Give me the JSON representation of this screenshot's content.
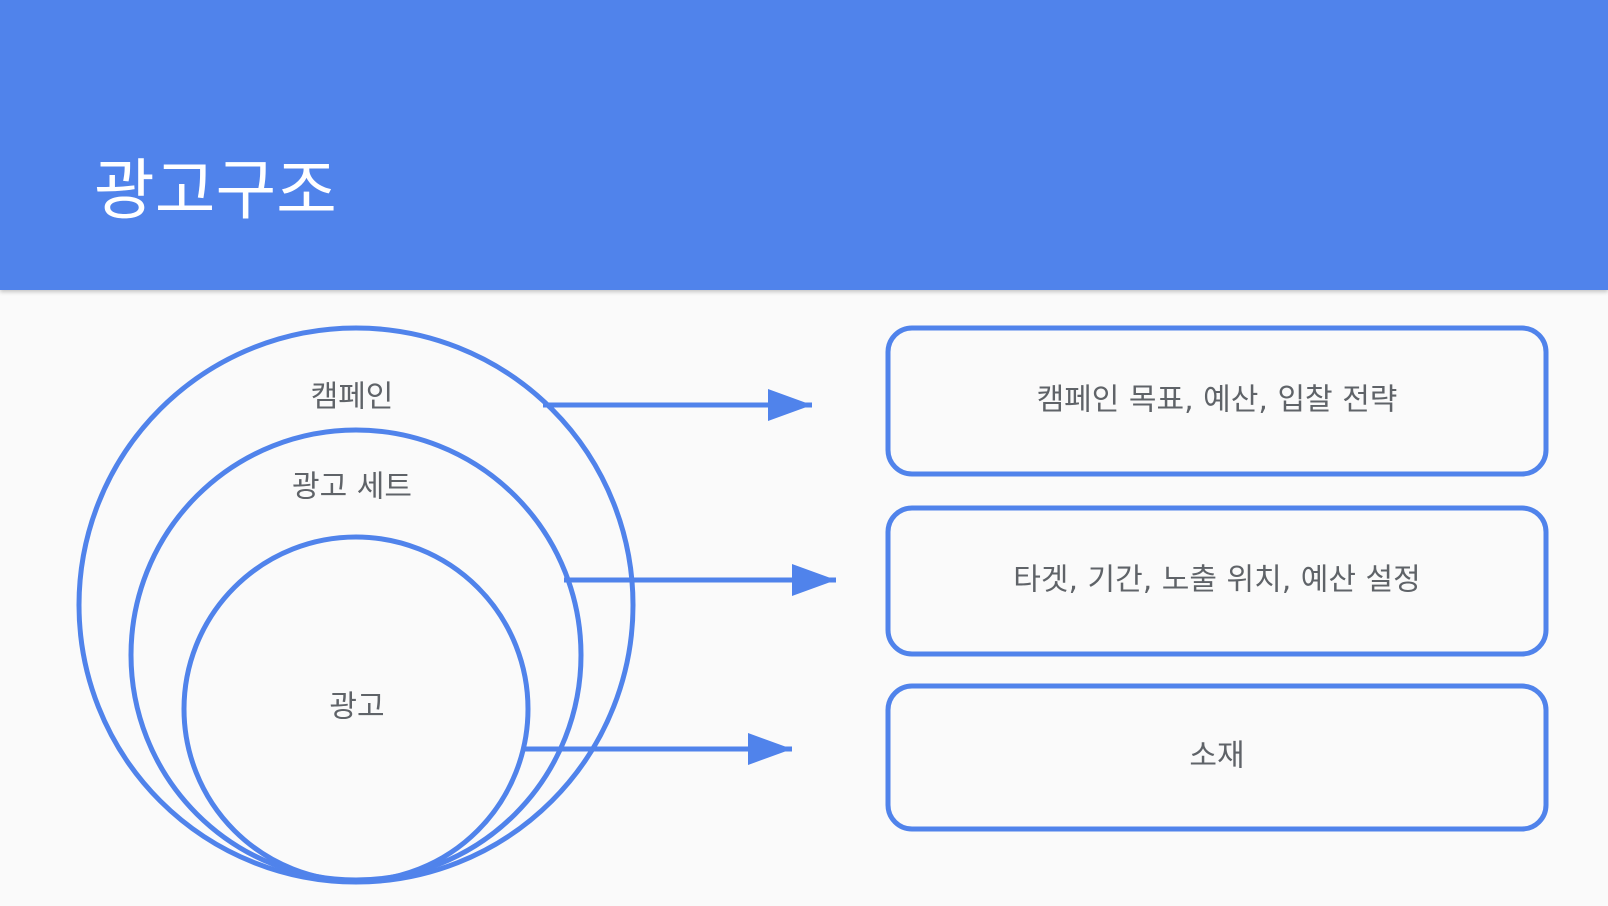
{
  "slide": {
    "title": "광고구조"
  },
  "diagram": {
    "accent_color": "#5083eb",
    "header_color": "#5083eb",
    "text_color": "#5f6368",
    "levels": [
      {
        "label": "캠페인",
        "description": "캠페인 목표, 예산, 입찰 전략"
      },
      {
        "label": "광고 세트",
        "description": "타겟, 기간, 노출 위치, 예산 설정"
      },
      {
        "label": "광고",
        "description": "소재"
      }
    ]
  }
}
